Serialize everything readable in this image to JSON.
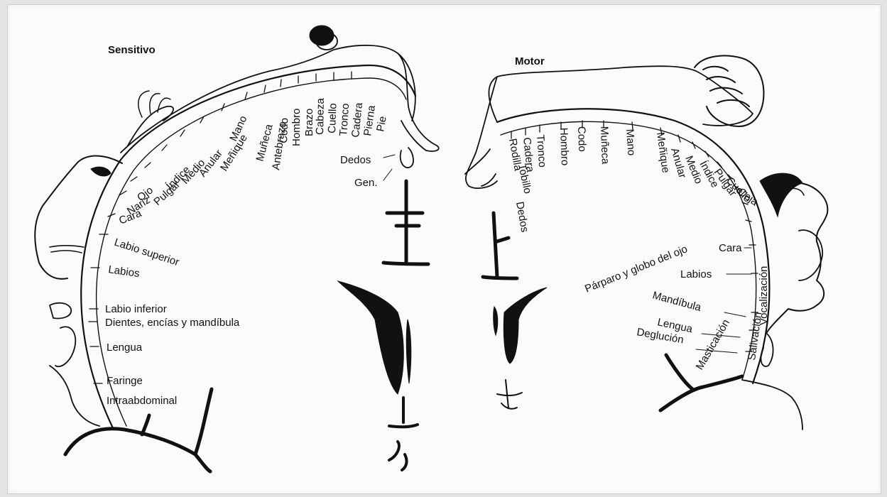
{
  "diagram": {
    "sensory": {
      "title": "Sensitivo",
      "labels": [
        "Dedos",
        "Gen.",
        "Pie",
        "Pierna",
        "Cadera",
        "Tronco",
        "Cuello",
        "Cabeza",
        "Brazo",
        "Hombro",
        "Codo",
        "Antebrazo",
        "Muñeca",
        "Mano",
        "Meñique",
        "Anular",
        "Medio",
        "Índice",
        "Pulgar",
        "Ojo",
        "Nariz",
        "Cara",
        "Labio superior",
        "Labios",
        "Labio inferior",
        "Dientes, encías y mandíbula",
        "Lengua",
        "Faringe",
        "Intraabdominal"
      ]
    },
    "motor": {
      "title": "Motor",
      "labels": [
        "Dedos",
        "Tobillo",
        "Rodilla",
        "Cadera",
        "Tronco",
        "Hombro",
        "Codo",
        "Muñeca",
        "Mano",
        "Meñique",
        "Anular",
        "Medio",
        "Índice",
        "Pulgar",
        "Cuello",
        "Ceja",
        "Párparo y globo del ojo",
        "Cara",
        "Labios",
        "Vocalización",
        "Mandíbula",
        "Salivación",
        "Lengua",
        "Masticación",
        "Deglución"
      ]
    },
    "colors": {
      "ink": "#111111",
      "paper": "#fbfbfb",
      "frame": "#e4e4e4"
    }
  }
}
